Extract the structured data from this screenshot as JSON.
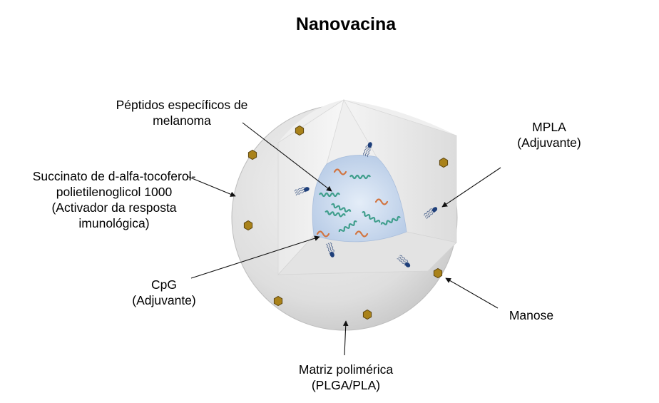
{
  "title": "Nanovacina",
  "labels": {
    "peptides": [
      "Péptidos específicos de",
      "melanoma"
    ],
    "tpgs": [
      "Succinato de d-alfa-tocoferol-",
      "polietilenoglicol 1000",
      "(Activador da resposta",
      "imunológica)"
    ],
    "cpg": [
      "CpG",
      "(Adjuvante)"
    ],
    "mpla": [
      "MPLA",
      "(Adjuvante)"
    ],
    "manose": [
      "Manose"
    ],
    "matrix": [
      "Matriz polimérica",
      "(PLGA/PLA)"
    ]
  },
  "colors": {
    "sphere_outer": "#dcdcdc",
    "sphere_inner": "#ececec",
    "core": "#c9d9ee",
    "manose": "#a9821a",
    "peptide": "#3f9e8c",
    "cpg": "#d2743f",
    "mpla_head": "#1e3f7a",
    "arrow": "#111111"
  },
  "icons": [
    "hexagon-manose-icon",
    "coil-peptide-icon",
    "squiggle-cpg-icon",
    "lipid-mpla-icon"
  ]
}
